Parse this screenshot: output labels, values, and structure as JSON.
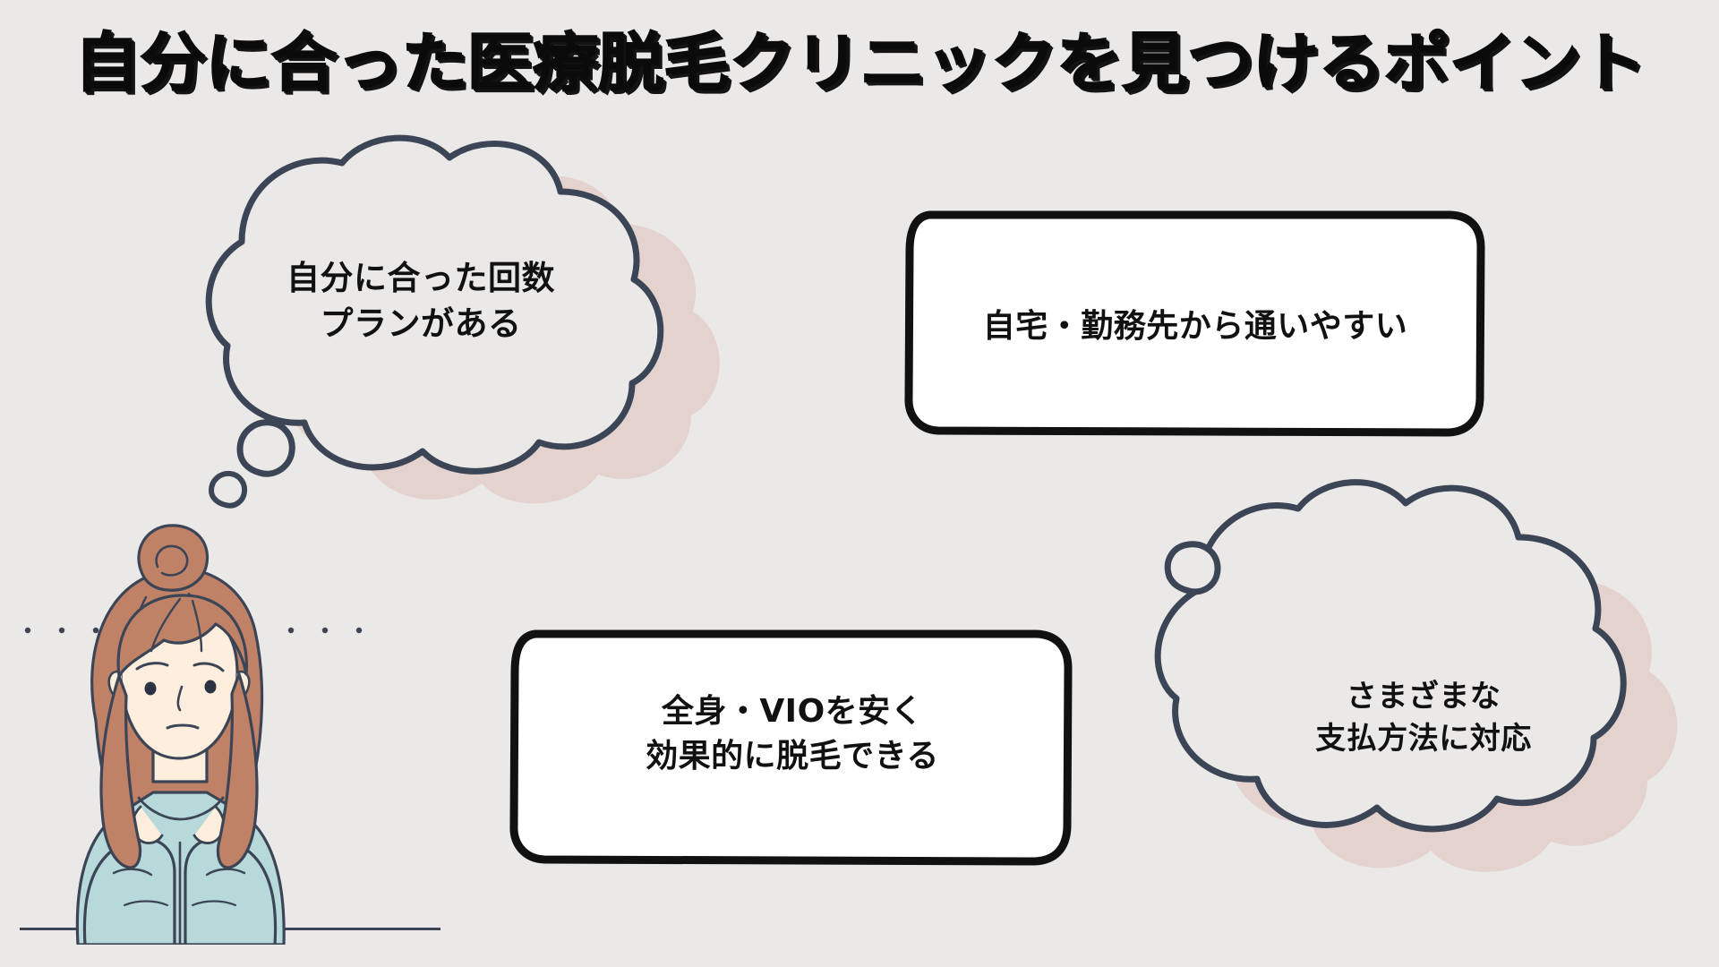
{
  "page": {
    "title": "自分に合った医療脱毛クリニックを見つけるポイント",
    "background_color": "#ebe8e8",
    "ink_color": "#3c4556",
    "blush_color": "#e4d2ce",
    "black_color": "#111111"
  },
  "bubbles": [
    {
      "id": "thought-1",
      "kind": "thought-cloud",
      "text": "自分に合った回数\nプランがある",
      "fill": "#ebe8e8",
      "shadow_fill": "#e4d2ce",
      "stroke": "#3c4556"
    },
    {
      "id": "box-1",
      "kind": "rounded-box",
      "text": "自宅・勤務先から通いやすい",
      "fill": "#ffffff",
      "stroke": "#111111"
    },
    {
      "id": "box-2",
      "kind": "rounded-box",
      "text": "全身・VIOを安く\n効果的に脱毛できる",
      "fill": "#ffffff",
      "stroke": "#111111"
    },
    {
      "id": "thought-2",
      "kind": "thought-cloud",
      "text": "さまざまな\n支払方法に対応",
      "fill": "#ebe8e8",
      "shadow_fill": "#e4d2ce",
      "stroke": "#3c4556"
    }
  ],
  "illustration": {
    "name": "worried-woman-resting-chin-on-hands",
    "hair_color": "#c08267",
    "skin_color": "#fdeedd",
    "clothes_color": "#b8d9d9",
    "outline_color": "#3c4556"
  },
  "decor": {
    "dotted_line_color": "#3c4556",
    "ground_line_color": "#3c4556"
  }
}
